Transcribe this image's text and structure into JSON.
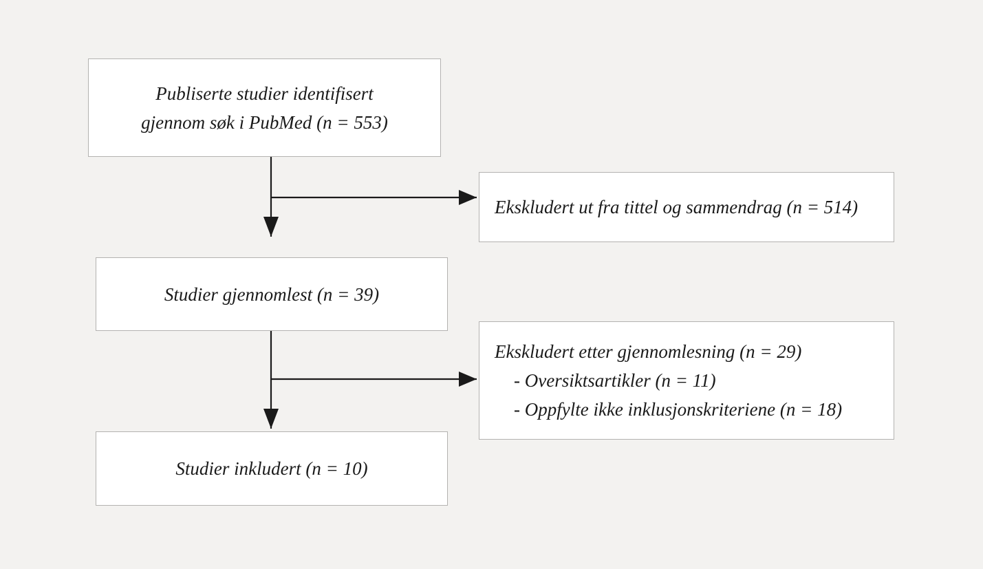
{
  "diagram": {
    "type": "flowchart",
    "language": "Norwegian",
    "title": "PRISMA-style study selection flow diagram",
    "background_color": "#f3f2f0",
    "box_fill_color": "#ffffff",
    "box_border_color": "#b3b2b0",
    "connector_color": "#1a1a1a",
    "nodes": [
      {
        "id": "identified",
        "role": "identification",
        "lines": [
          "Publiserte studier identifisert",
          "gjennom søk i PubMed (n = 553)"
        ],
        "count": 553,
        "align": "center"
      },
      {
        "id": "excluded-title-abstract",
        "role": "exclusion",
        "lines": [
          "Ekskludert ut fra tittel og sammendrag (n = 514)"
        ],
        "count": 514,
        "align": "left"
      },
      {
        "id": "screened",
        "role": "screening",
        "lines": [
          "Studier gjennomlest (n = 39)"
        ],
        "count": 39,
        "align": "center"
      },
      {
        "id": "excluded-fulltext",
        "role": "exclusion",
        "lines": [
          "Ekskludert etter gjennomlesning (n = 29)",
          "- Oversiktsartikler (n = 11)",
          "- Oppfylte ikke inklusjonskriteriene (n = 18)"
        ],
        "count": 29,
        "subcounts": [
          11,
          18
        ],
        "align": "left"
      },
      {
        "id": "included",
        "role": "inclusion",
        "lines": [
          "Studier inkludert (n = 10)"
        ],
        "count": 10,
        "align": "center"
      }
    ],
    "edges": [
      {
        "id": "edge-identified-to-screened",
        "from": "identified",
        "to": "screened",
        "direction": "down"
      },
      {
        "id": "edge-identified-to-excluded-title-abstract",
        "from": "identified",
        "to": "excluded-title-abstract",
        "direction": "right"
      },
      {
        "id": "edge-screened-to-included",
        "from": "screened",
        "to": "included",
        "direction": "down"
      },
      {
        "id": "edge-screened-to-excluded-fulltext",
        "from": "screened",
        "to": "excluded-fulltext",
        "direction": "right"
      }
    ]
  }
}
